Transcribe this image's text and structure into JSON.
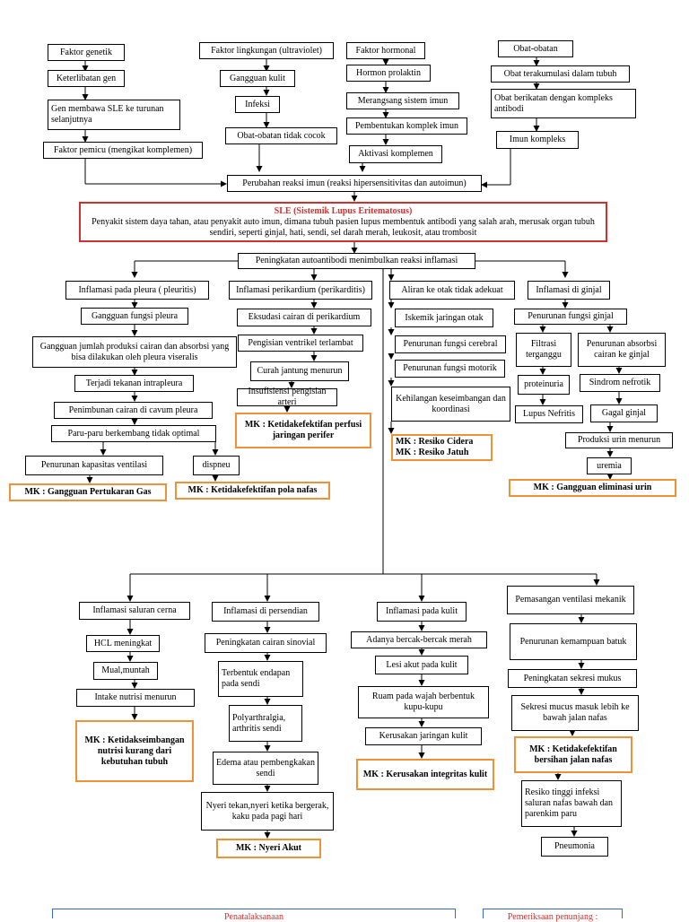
{
  "nodes": {
    "faktor_genetik": "Faktor genetik",
    "keterlibatan_gen": "Keterlibatan gen",
    "gen_membawa_sle": "Gen membawa SLE ke turunan selanjutnya",
    "faktor_pemicu": "Faktor pemicu (mengikat komplemen)",
    "faktor_lingkungan": "Faktor lingkungan (ultraviolet)",
    "gangguan_kulit": "Gangguan kulit",
    "infeksi": "Infeksi",
    "obat_tidak_cocok": "Obat-obatan tidak cocok",
    "faktor_hormonal": "Faktor hormonal",
    "hormon_prolaktin": "Hormon prolaktin",
    "merangsang_imun": "Merangsang sistem imun",
    "pembentukan_komplek": "Pembentukan komplek imun",
    "aktivasi_komplemen": "Aktivasi komplemen",
    "obat_obatan": "Obat-obatan",
    "obat_terakumulasi": "Obat terakumulasi dalam tubuh",
    "obat_berikatan": "Obat berikatan dengan kompleks antibodi",
    "imun_kompleks": "Imun kompleks",
    "perubahan_reaksi": "Perubahan reaksi imun (reaksi hipersensitivitas dan autoimun)",
    "sle_title": "SLE (Sistemik Lupus Eritematosus)",
    "sle_desc": "Penyakit sistem daya tahan, atau penyakit auto imun, dimana tubuh pasien lupus membentuk antibodi yang salah arah, merusak organ tubuh sendiri, seperti ginjal, hati, sendi, sel darah merah, leukosit, atau trombosit",
    "peningkatan_autoantibodi": "Peningkatan autoantibodi menimbulkan reaksi inflamasi",
    "inflamasi_pleura": "Inflamasi pada pleura ( pleuritis)",
    "gangguan_fungsi_pleura": "Gangguan fungsi pleura",
    "gangguan_jumlah_cairan": "Gangguan jumlah produksi cairan dan absorbsi yang bisa dilakukan oleh pleura viseralis",
    "tekanan_intrapleura": "Terjadi tekanan intrapleura",
    "penimbunan_cairan": "Penimbunan cairan di cavum pleura",
    "paru_berkembang": "Paru-paru berkembang tidak optimal",
    "penurunan_kapasitas": "Penurunan kapasitas ventilasi",
    "dispneu": "dispneu",
    "mk_pertukaran_gas": "MK : Gangguan Pertukaran Gas",
    "mk_pola_nafas": "MK : Ketidakefektifan pola nafas",
    "inflamasi_perikardium": "Inflamasi perikardium (perikarditis)",
    "eksudasi_cairan": "Eksudasi cairan di perikardium",
    "pengisian_ventrikel": "Pengisian ventrikel terlambat",
    "curah_jantung": "Curah jantung menurun",
    "insufisiensi": "Insufisiensi pengisian arteri",
    "mk_perfusi": "MK : Ketidakefektifan perfusi jaringan perifer",
    "aliran_otak": "Aliran ke otak tidak adekuat",
    "iskemik": "Iskemik jaringan otak",
    "penurunan_cerebral": "Penurunan fungsi cerebral",
    "penurunan_motorik": "Penurunan fungsi motorik",
    "kehilangan_keseimbangan": "Kehilangan keseimbangan dan koordinasi",
    "mk_cidera": "MK : Resiko Cidera",
    "mk_jatuh": "MK : Resiko Jatuh",
    "inflamasi_ginjal": "Inflamasi di ginjal",
    "penurunan_fungsi_ginjal": "Penurunan fungsi ginjal",
    "filtrasi": "Filtrasi terganggu",
    "penurunan_absorbsi": "Penurunan absorbsi cairan ke ginjal",
    "proteinuria": "proteinuria",
    "sindrom_nefrotik": "Sindrom nefrotik",
    "lupus_nefritis": "Lupus Nefritis",
    "gagal_ginjal": "Gagal ginjal",
    "produksi_urin": "Produksi urin menurun",
    "uremia": "uremia",
    "mk_eliminasi": "MK : Gangguan eliminasi urin",
    "inflamasi_cerna": "Inflamasi saluran cerna",
    "hcl": "HCL meningkat",
    "mual": "Mual,muntah",
    "intake_nutrisi": "Intake nutrisi menurun",
    "mk_nutrisi": "MK : Ketidakseimbangan nutrisi kurang dari kebutuhan tubuh",
    "inflamasi_persendian": "Inflamasi di persendian",
    "cairan_sinovial": "Peningkatan cairan sinovial",
    "endapan_sendi": "Terbentuk endapan pada sendi",
    "polyarthralgia": "Polyarthralgia, arthritis sendi",
    "edema": "Edema atau pembengkakan sendi",
    "nyeri_tekan": "Nyeri tekan,nyeri ketika bergerak, kaku pada pagi hari",
    "mk_nyeri": "MK : Nyeri Akut",
    "inflamasi_kulit": "Inflamasi pada kulit",
    "bercak_merah": "Adanya bercak-bercak merah",
    "lesi_akut": "Lesi akut pada kulit",
    "ruam_wajah": "Ruam pada wajah berbentuk kupu-kupu",
    "kerusakan_jaringan": "Kerusakan jaringan kulit",
    "mk_integritas": "MK : Kerusakan integritas kulit",
    "ventilasi_mekanik": "Pemasangan ventilasi mekanik",
    "kemampuan_batuk": "Penurunan kemampuan batuk",
    "sekresi_mukus": "Peningkatan sekresi mukus",
    "sekresi_masuk": "Sekresi mucus masuk lebih ke bawah jalan nafas",
    "mk_bersihan": "MK : Ketidakefektifan bersihan jalan nafas",
    "resiko_infeksi": "Resiko tinggi infeksi saluran nafas bawah dan parenkim paru",
    "pneumonia": "Pneumonia"
  },
  "panels": {
    "penatalaksanaan": "Penatalaksanaan",
    "pemeriksaan": "Pemeriksaan penunjang :"
  },
  "colors": {
    "mk_border": "#f0913a",
    "sle_border": "#d0312d",
    "panel_border": "#2f6fbf"
  }
}
